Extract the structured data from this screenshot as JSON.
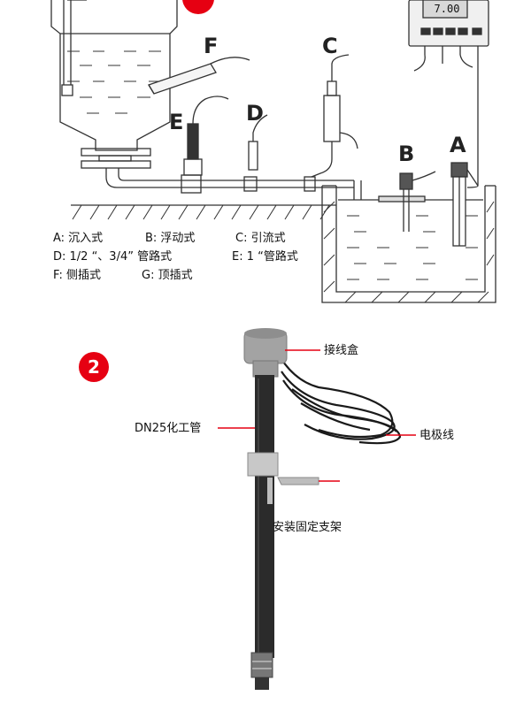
{
  "diagram1": {
    "letters": {
      "A": "A",
      "B": "B",
      "C": "C",
      "D": "D",
      "E": "E",
      "F": "F"
    },
    "meter_display": "7.00",
    "legend": {
      "row1": {
        "a": "A: 沉入式",
        "b": "B: 浮动式",
        "c": "C: 引流式"
      },
      "row2": {
        "d": "D: 1/2 “、3/4” 管路式",
        "e": "E: 1 “管路式"
      },
      "row3": {
        "f": "F: 侧插式",
        "g": "G: 顶插式"
      }
    }
  },
  "diagram2": {
    "badge": "2",
    "labels": {
      "junction_box": "接线盒",
      "pipe": "DN25化工管",
      "cable": "电极线",
      "bracket": "安装固定支架"
    }
  },
  "colors": {
    "badge_red": "#e60012",
    "line": "#333333",
    "pipe": "#2b2b2b",
    "cap": "#9a9a9a",
    "label_line": "#e60012"
  }
}
